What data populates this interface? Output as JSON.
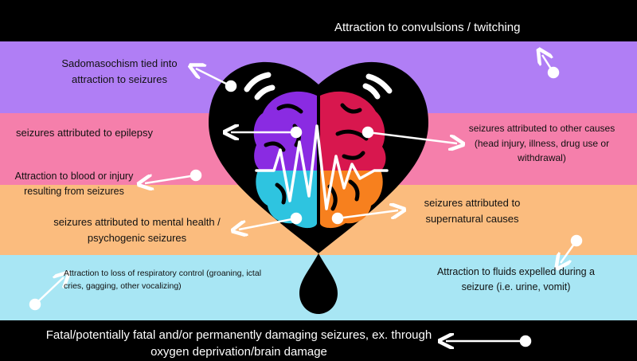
{
  "colors": {
    "black": "#000000",
    "purple": "#b07ef5",
    "pink": "#f57fab",
    "orange": "#fbbc7e",
    "cyan": "#a8e6f4",
    "brain_purple": "#8a2be2",
    "brain_red": "#d8174e",
    "brain_cyan": "#2ec4e0",
    "brain_orange": "#f7801e"
  },
  "labels": {
    "top": "Attraction to convulsions / twitching",
    "sadomasochism": "Sadomasochism tied into attraction to seizures",
    "epilepsy": "seizures attributed to epilepsy",
    "other_causes": "seizures attributed to other causes (head injury, illness, drug use or withdrawal)",
    "blood": "Attraction to blood or injury resulting from seizures",
    "mental_health": "seizures attributed to mental health / psychogenic seizures",
    "supernatural": "seizures attributed to supernatural causes",
    "respiratory": "Attraction to loss of respiratory control (groaning, ictal cries, gagging, other vocalizing)",
    "fluids": "Attraction to fluids expelled during a seizure (i.e. urine, vomit)",
    "fatal": "Fatal/potentially fatal and/or permanently damaging seizures, ex. through oxygen deprivation/brain damage"
  },
  "icons": [
    "heart-icon",
    "brain-icon",
    "heartbeat-line-icon",
    "drop-icon",
    "arrow-icon"
  ]
}
